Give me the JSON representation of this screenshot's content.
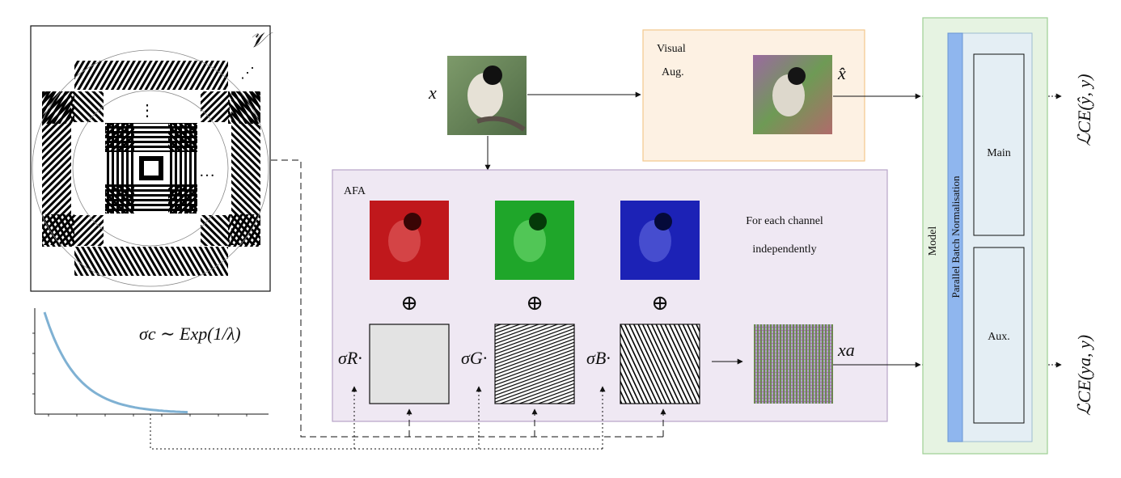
{
  "basis": {
    "symbol": "𝒱",
    "dots_vertical": "⋮",
    "dots_horizontal": "…",
    "dots_diagonal": "⋰"
  },
  "distribution": {
    "label": "σc ∼ Exp(1/λ)",
    "curve_color": "#7fb1d3"
  },
  "input": {
    "label": "x"
  },
  "visual_aug": {
    "title_line1": "Visual",
    "title_line2": "Aug.",
    "output_label": "x̂",
    "bg_color": "#fdf1e3",
    "border_color": "#f3c98d"
  },
  "afa": {
    "title": "AFA",
    "bg_color": "#efe8f3",
    "border_color": "#b7a4c8",
    "note_line1": "For each channel",
    "note_line2": "independently",
    "plus_symbol": "⊕",
    "channels": [
      {
        "sigma": "σR·",
        "color": "#c0181c"
      },
      {
        "sigma": "σG·",
        "color": "#1fa62a"
      },
      {
        "sigma": "σB·",
        "color": "#1c22b6"
      }
    ],
    "output_label": "xa",
    "arrow_symbol": "⟶"
  },
  "model": {
    "title": "Model",
    "bn_label": "Parallel Batch Normalisation",
    "main_label": "Main",
    "aux_label": "Aux.",
    "bg_color": "#e6f3e2",
    "border_color": "#9ccf93",
    "inner_bg": "#e4eef4",
    "bn_color": "#8fb6ee"
  },
  "losses": {
    "main": "ℒCE(ŷ, y)",
    "aux": "ℒCE(ya, y)"
  }
}
